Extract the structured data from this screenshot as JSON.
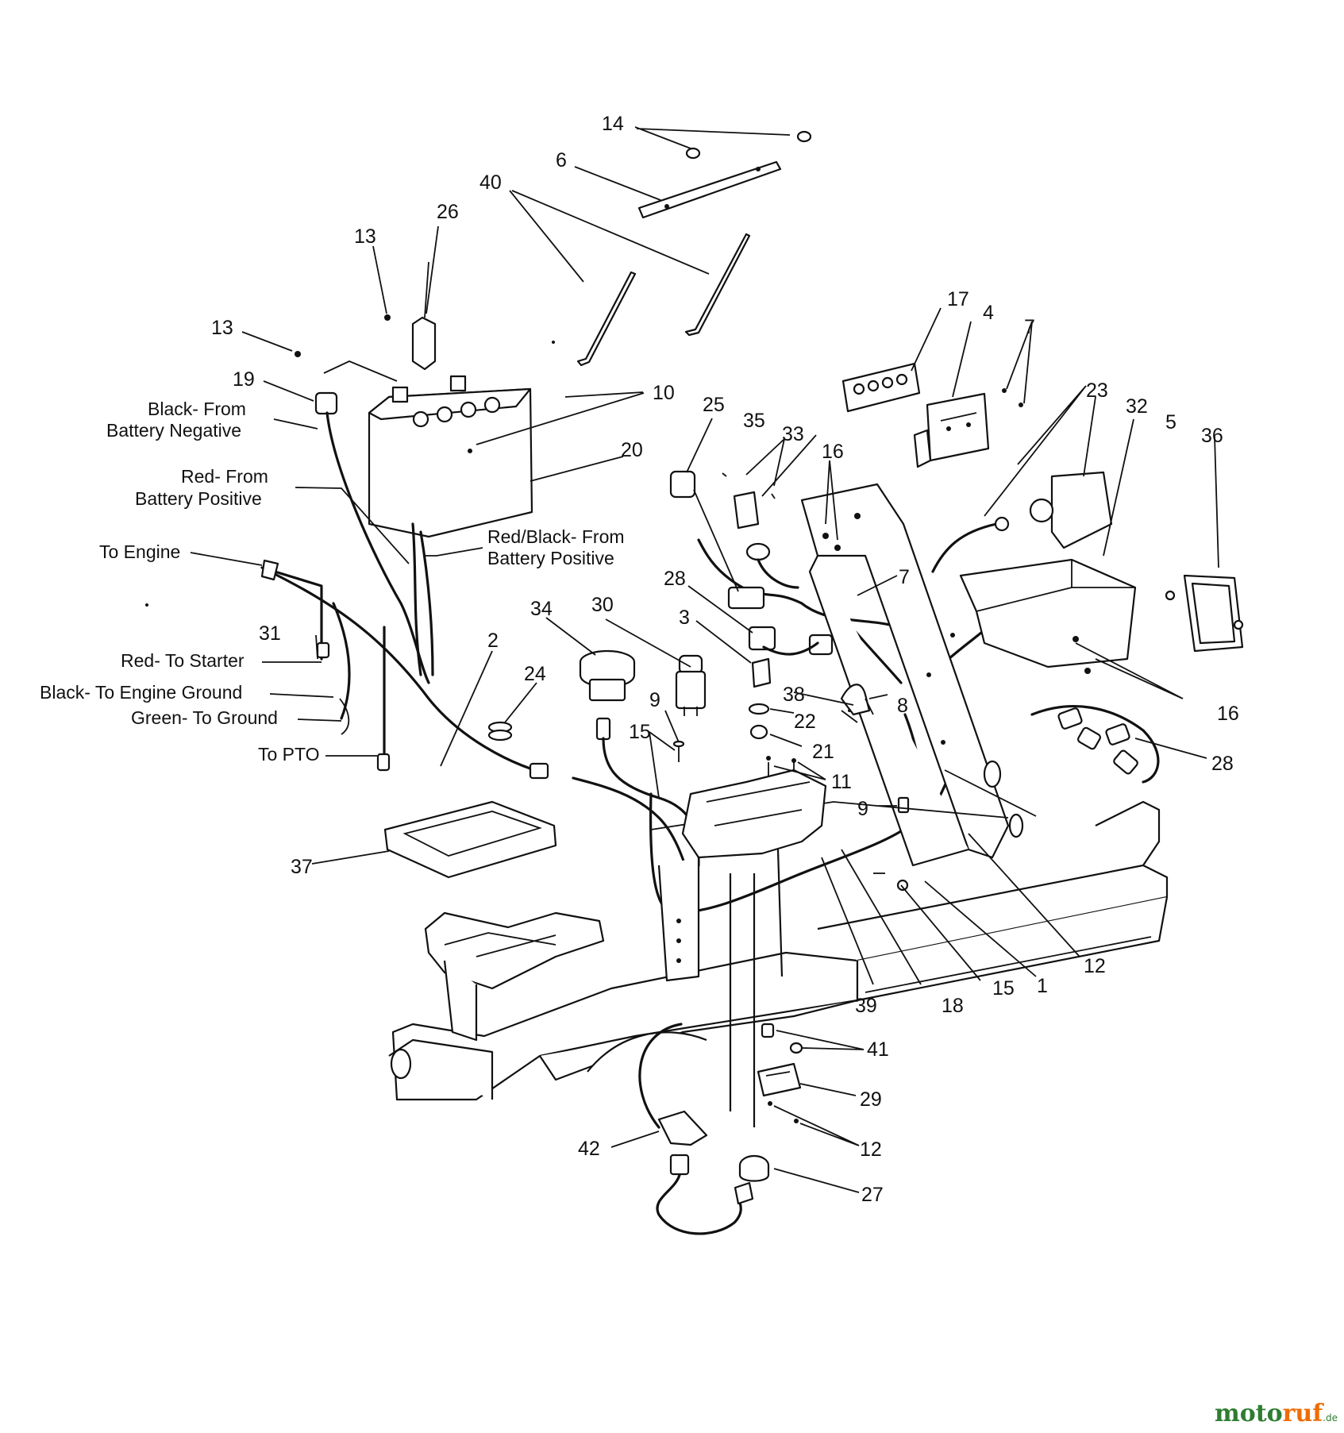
{
  "callouts": [
    "14",
    "6",
    "40",
    "13",
    "26",
    "13",
    "19",
    "10",
    "20",
    "17",
    "4",
    "7",
    "23",
    "32",
    "5",
    "36",
    "25",
    "35",
    "33",
    "16",
    "7",
    "28",
    "3",
    "30",
    "34",
    "24",
    "2",
    "31",
    "9",
    "15",
    "22",
    "21",
    "11",
    "9",
    "38",
    "8",
    "16",
    "28",
    "37",
    "1",
    "12",
    "39",
    "18",
    "15",
    "41",
    "29",
    "12",
    "42",
    "27"
  ],
  "wire_labels": {
    "black_from_neg_1": "Black- From",
    "black_from_neg_2": "Battery Negative",
    "red_from_pos_1": "Red- From",
    "red_from_pos_2": "Battery Positive",
    "redblack_1": "Red/Black- From",
    "redblack_2": "Battery Positive",
    "to_engine": "To Engine",
    "red_starter": "Red- To Starter",
    "black_ground": "Black- To Engine Ground",
    "green_ground": "Green- To Ground",
    "to_pto": "To PTO"
  },
  "watermark": {
    "moto": "moto",
    "ruf": "ruf",
    "tld": ".de"
  }
}
